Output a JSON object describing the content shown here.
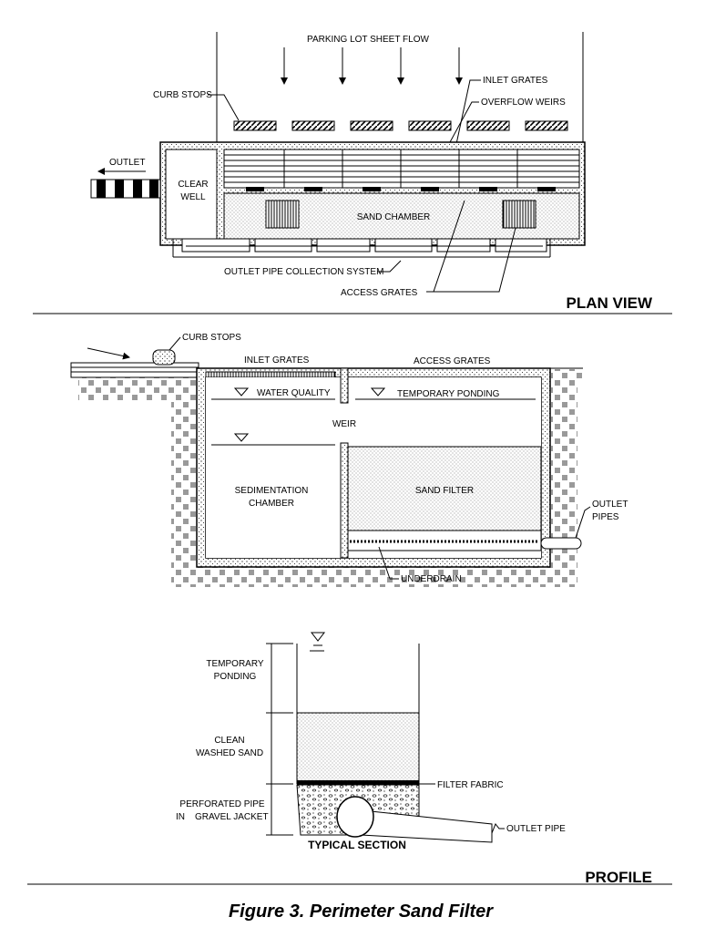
{
  "plan_view": {
    "title": "PLAN VIEW",
    "labels": {
      "sheet_flow": "PARKING LOT SHEET FLOW",
      "inlet_grates": "INLET GRATES",
      "overflow_weirs": "OVERFLOW WEIRS",
      "curb_stops": "CURB STOPS",
      "outlet": "OUTLET",
      "clear": "CLEAR",
      "well": "WELL",
      "sand_chamber": "SAND CHAMBER",
      "outlet_pipe_collection": "OUTLET PIPE COLLECTION SYSTEM",
      "access_grates": "ACCESS GRATES"
    }
  },
  "profile_view": {
    "labels": {
      "curb_stops": "CURB STOPS",
      "inlet_grates": "INLET GRATES",
      "access_grates": "ACCESS GRATES",
      "water_quality": "WATER QUALITY",
      "temporary_ponding": "TEMPORARY PONDING",
      "weir": "WEIR",
      "sedimentation_1": "SEDIMENTATION",
      "sedimentation_2": "CHAMBER",
      "sand_filter": "SAND FILTER",
      "outlet_1": "OUTLET",
      "outlet_2": "PIPES",
      "underdrain": "UNDERDRAIN"
    }
  },
  "typical_section": {
    "title": "TYPICAL SECTION",
    "labels": {
      "temp_1": "TEMPORARY",
      "temp_2": "PONDING",
      "clean_1": "CLEAN",
      "clean_2": "WASHED SAND",
      "perf_1": "PERFORATED PIPE",
      "perf_2a": "IN",
      "perf_2b": "GRAVEL JACKET",
      "filter_fabric": "FILTER FABRIC",
      "outlet_pipe": "OUTLET PIPE"
    }
  },
  "profile_title": "PROFILE",
  "caption": "Figure 3. Perimeter Sand Filter"
}
